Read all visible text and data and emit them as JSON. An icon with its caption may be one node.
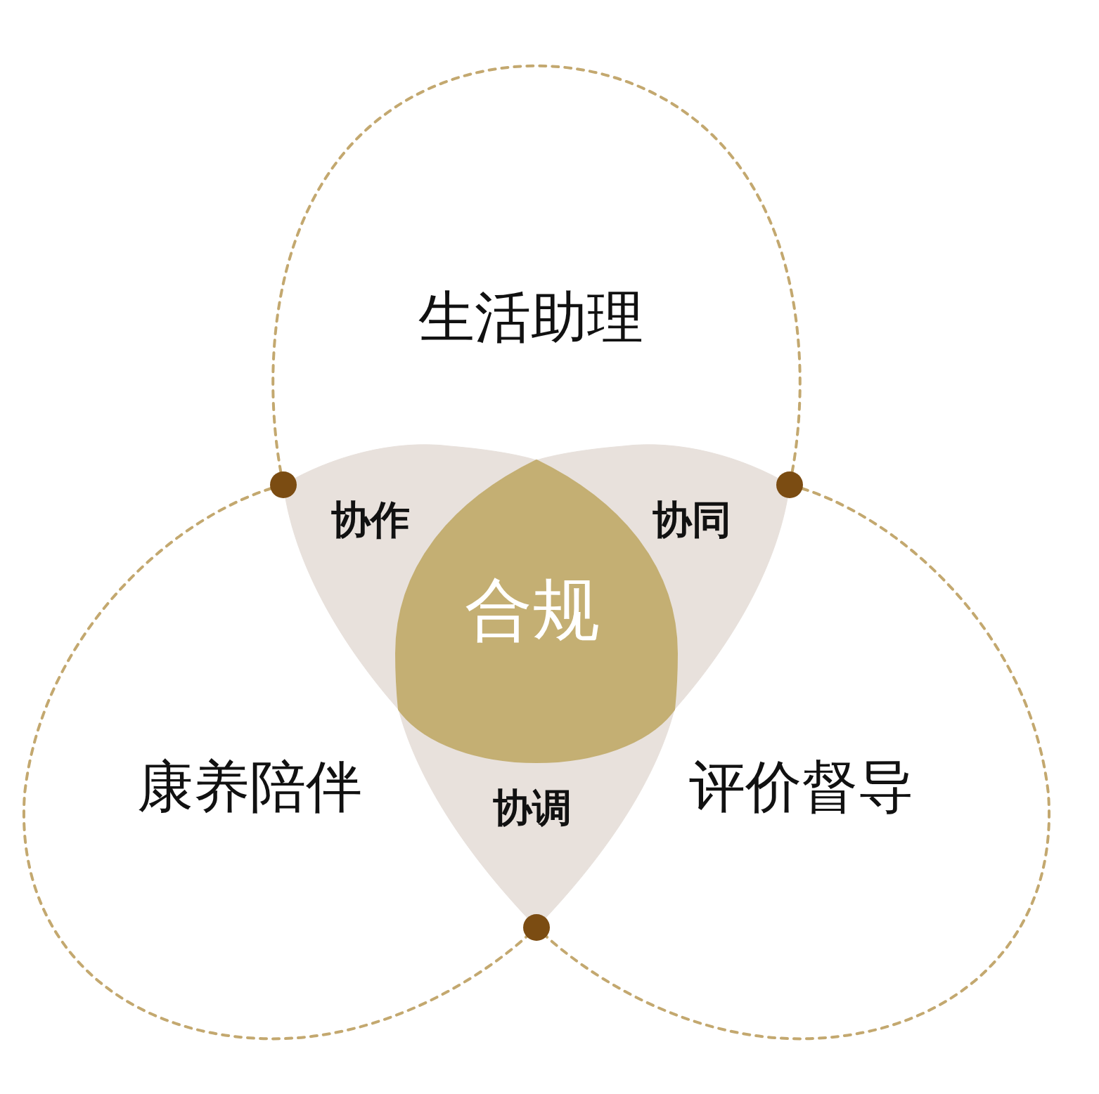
{
  "diagram": {
    "nodes": [
      {
        "text": [
          "生活助理"
        ]
      },
      {
        "text": [
          "协作"
        ]
      },
      {
        "text": [
          "协同"
        ]
      },
      {
        "text": [
          "合规"
        ]
      },
      {
        "text": [
          "康养陪伴"
        ]
      },
      {
        "text": [
          "协调"
        ]
      },
      {
        "text": [
          "评价督导"
        ]
      }
    ]
  }
}
